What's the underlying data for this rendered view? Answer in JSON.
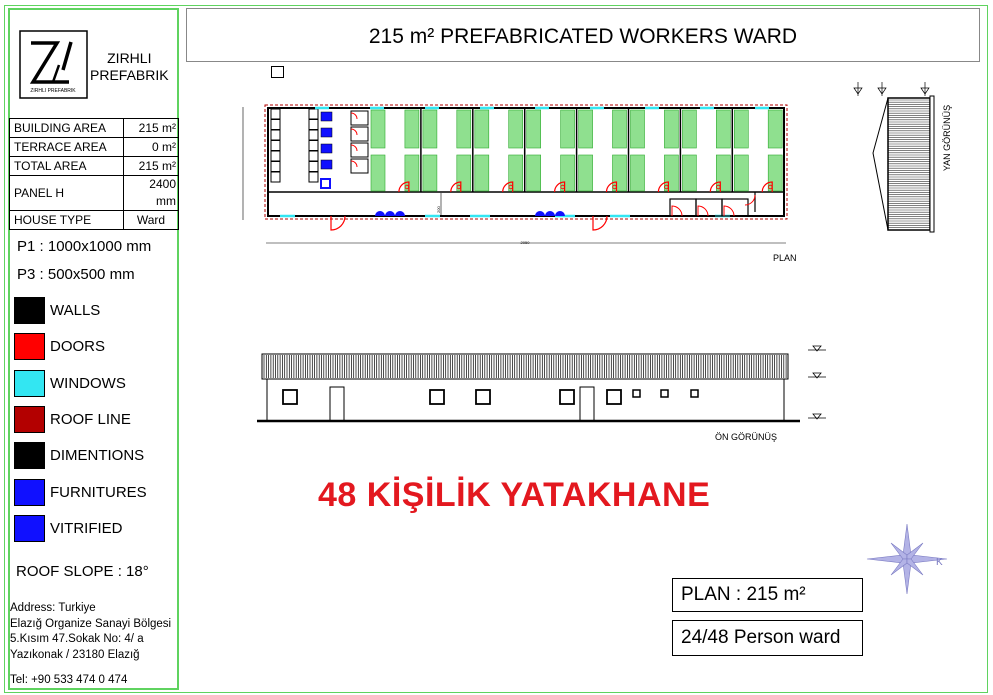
{
  "title": "215 m² PREFABRICATED WORKERS WARD",
  "brand": {
    "line1": "ZIRHLI",
    "line2": "PREFABRIK",
    "logo_text": "ZIRHLI PREFABRIK"
  },
  "info_table": [
    {
      "label": "BUILDING AREA",
      "value": "215  m²"
    },
    {
      "label": "TERRACE AREA",
      "value": "0 m²"
    },
    {
      "label": "TOTAL AREA",
      "value": "215 m²"
    },
    {
      "label": "PANEL H",
      "value": "2400 mm"
    },
    {
      "label": "HOUSE TYPE",
      "value": "Ward"
    }
  ],
  "panels": [
    "P1 : 1000x1000 mm",
    "P3 : 500x500 mm"
  ],
  "legend": [
    {
      "label": "WALLS",
      "color": "#000000"
    },
    {
      "label": "DOORS",
      "color": "#ff0000"
    },
    {
      "label": "WINDOWS",
      "color": "#33e6f2"
    },
    {
      "label": "ROOF LINE",
      "color": "#b30000"
    },
    {
      "label": "DIMENTIONS",
      "color": "#000000"
    },
    {
      "label": "FURNITURES",
      "color": "#1010ff"
    },
    {
      "label": "VITRIFIED",
      "color": "#1010ff"
    }
  ],
  "roof_slope": "ROOF SLOPE : 18°",
  "address": {
    "line1": "Address:  Turkiye",
    "line2": "Elazığ Organize Sanayi Bölgesi",
    "line3": "5.Kısım 47.Sokak No: 4/ a",
    "line4": "Yazıkonak / 23180 Elazığ",
    "tel": "Tel: +90 533 474 0 474"
  },
  "drawings": {
    "plan_label": "PLAN",
    "front_label": "ÖN GÖRÜNÜŞ",
    "side_label": "YAN GÖRÜNÜŞ",
    "plan_dimension": "2050",
    "corridor_dimension": "200",
    "compass_letter": "K"
  },
  "headline": "48 KİŞİLİK YATAKHANE",
  "summary": {
    "plan": "PLAN : 215 m²",
    "capacity": "24/48 Person ward"
  }
}
